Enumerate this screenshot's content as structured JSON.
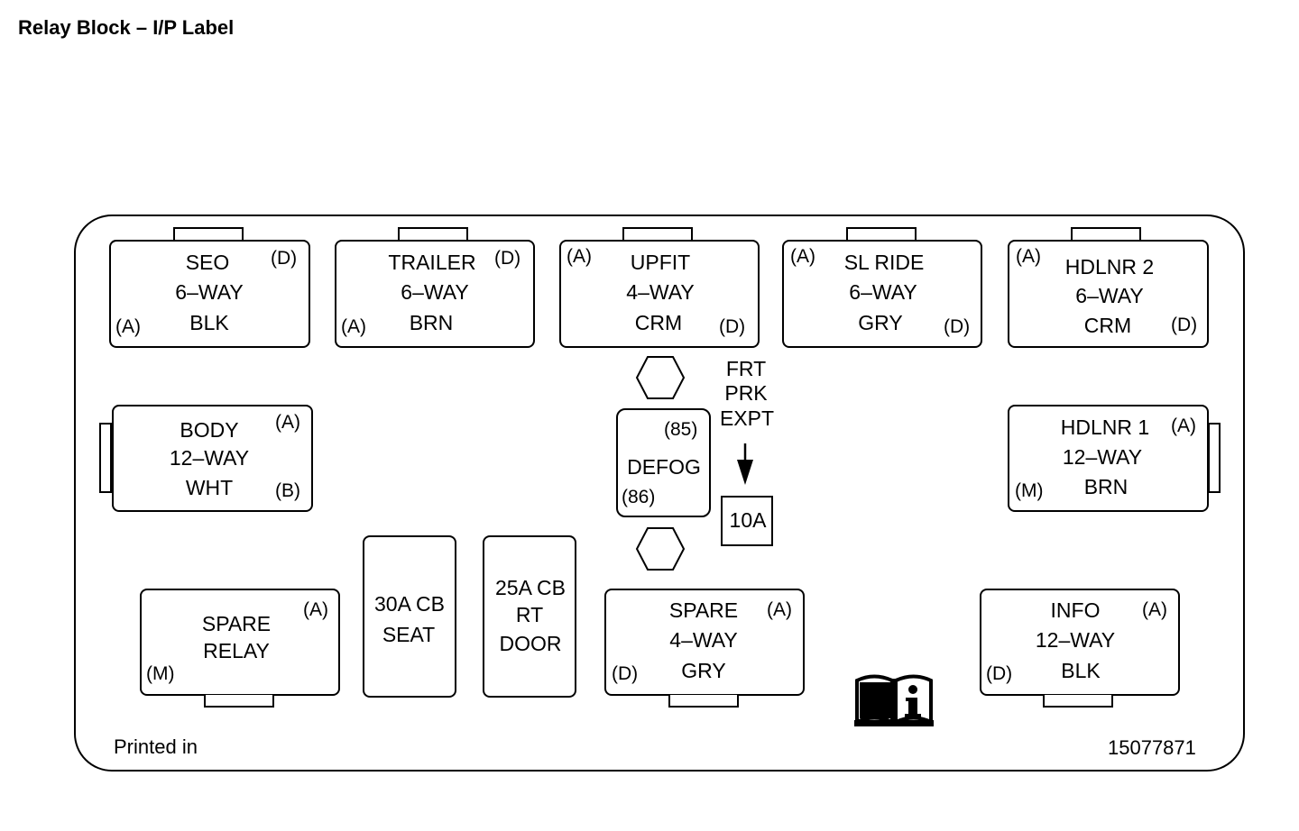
{
  "title": "Relay Block – I/P Label",
  "connectors": {
    "seo": {
      "lines": [
        "SEO",
        "6–WAY",
        "BLK"
      ],
      "pin_top": "(D)",
      "pin_bottom": "(A)"
    },
    "trailer": {
      "lines": [
        "TRAILER",
        "6–WAY",
        "BRN"
      ],
      "pin_top": "(D)",
      "pin_bottom": "(A)"
    },
    "upfit": {
      "lines": [
        "UPFIT",
        "4–WAY",
        "CRM"
      ],
      "pin_top": "(A)",
      "pin_bottom": "(D)"
    },
    "slride": {
      "lines": [
        "SL RIDE",
        "6–WAY",
        "GRY"
      ],
      "pin_top": "(A)",
      "pin_bottom": "(D)"
    },
    "hdlnr2": {
      "lines": [
        "HDLNR 2",
        "6–WAY",
        "CRM"
      ],
      "pin_top": "(A)",
      "pin_bottom": "(D)"
    },
    "body": {
      "lines": [
        "BODY",
        "12–WAY",
        "WHT"
      ],
      "pin_top": "(A)",
      "pin_bottom": "(B)"
    },
    "hdlnr1": {
      "lines": [
        "HDLNR 1",
        "12–WAY",
        "BRN"
      ],
      "pin_top": "(A)",
      "pin_bottom": "(M)"
    },
    "spare_relay": {
      "lines": [
        "SPARE",
        "RELAY"
      ],
      "pin_top": "(A)",
      "pin_bottom": "(M)"
    },
    "spare4": {
      "lines": [
        "SPARE",
        "4–WAY",
        "GRY"
      ],
      "pin_top": "(A)",
      "pin_bottom": "(D)"
    },
    "info": {
      "lines": [
        "INFO",
        "12–WAY",
        "BLK"
      ],
      "pin_top": "(A)",
      "pin_bottom": "(D)"
    }
  },
  "breakers": {
    "cb30": {
      "lines": [
        "30A CB",
        "SEAT"
      ]
    },
    "cb25": {
      "lines": [
        "25A CB",
        "RT",
        "DOOR"
      ]
    }
  },
  "defog": {
    "label": "DEFOG",
    "pin_top": "(85)",
    "pin_bottom": "(86)"
  },
  "frt_prk": {
    "lines": [
      "FRT",
      "PRK",
      "EXPT"
    ],
    "fuse": "10A"
  },
  "footer": {
    "printed": "Printed in",
    "part_number": "15077871"
  },
  "icons": {
    "manual": "info-manual-icon"
  }
}
